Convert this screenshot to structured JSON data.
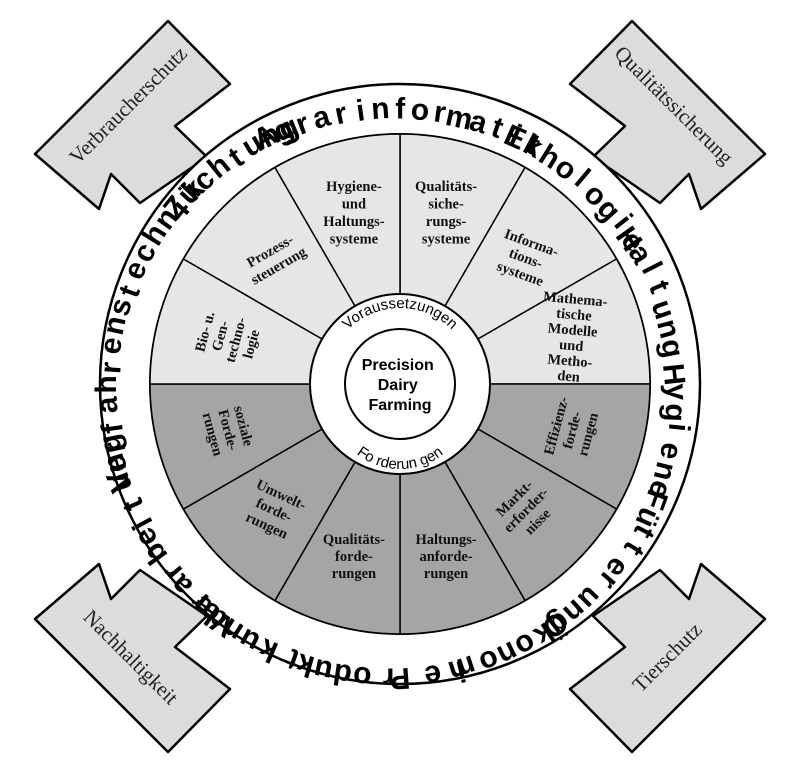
{
  "colors": {
    "background": "#ffffff",
    "arrow_fill": "#dcdcdc",
    "upper_segments": "#e6e6e6",
    "lower_segments": "#a5a5a5",
    "ring": "#ffffff",
    "stroke": "#000000"
  },
  "corners": {
    "top_left": "Verbraucherschutz",
    "top_right": "Qualitätssicherung",
    "bottom_left": "Nachhaltigkeit",
    "bottom_right": "Tierschutz"
  },
  "ring": {
    "top": "Agrarinformatik",
    "top_right": "Ethologie",
    "right_upper": "Haltung",
    "right_mid": "Hygiene",
    "right_lower": "Fütterung",
    "bottom_right": "Ökonomie",
    "bottom": "Produktkunde",
    "bottom_left": "Verarbeitung",
    "left": "Verfahrenstechnik",
    "top_left": "Züchtung"
  },
  "segments": {
    "s1": [
      "Qualitäts-",
      "siche-",
      "rungs-",
      "systeme"
    ],
    "s2": [
      "Informa-",
      "tions-",
      "systeme"
    ],
    "s3": [
      "Mathema-",
      "tische",
      "Modelle",
      "und",
      "Metho-",
      "den"
    ],
    "s4": [
      "Effizienz-",
      "forde-",
      "rungen"
    ],
    "s5": [
      "Markt-",
      "erforder-",
      "nisse"
    ],
    "s6": [
      "Haltungs-",
      "anforde-",
      "rungen"
    ],
    "s7": [
      "Qualitäts-",
      "forde-",
      "rungen"
    ],
    "s8": [
      "Umwelt-",
      "forde-",
      "rungen"
    ],
    "s9": [
      "soziale",
      "Forde-",
      "rungen"
    ],
    "s10": [
      "Bio- u.",
      "Gen-",
      "techno-",
      "logie"
    ],
    "s11": [
      "Prozess-",
      "steuerung"
    ],
    "s12": [
      "Hygiene-",
      "und",
      "Haltungs-",
      "systeme"
    ]
  },
  "hub": {
    "top_arc": "Voraussetzungen",
    "bottom_arc": "Fo rderun gen",
    "center": [
      "Precision",
      "Dairy",
      "Farming"
    ]
  }
}
